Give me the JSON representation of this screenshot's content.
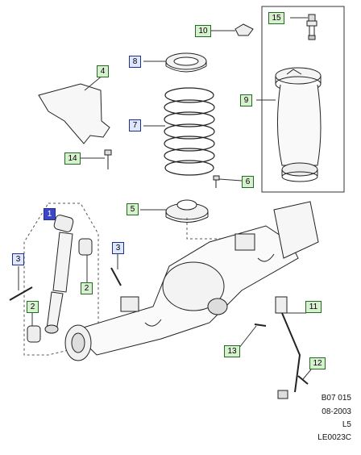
{
  "callouts": {
    "c1": "1",
    "c2a": "2",
    "c2b": "2",
    "c3a": "3",
    "c3b": "3",
    "c4": "4",
    "c5": "5",
    "c6": "6",
    "c7": "7",
    "c8": "8",
    "c9": "9",
    "c10": "10",
    "c11": "11",
    "c12": "12",
    "c13": "13",
    "c14": "14",
    "c15": "15"
  },
  "reference": {
    "line1": "B07 015",
    "line2": "08-2003",
    "line3": "L5",
    "line4": "LE0023C"
  },
  "colors": {
    "callout_border_green": "#1f6b1f",
    "callout_fill_green": "#d9f0d0",
    "callout_border_blue": "#1f2f8c",
    "callout_fill_blue": "#dfe6ff",
    "selected_fill": "#3b47c8"
  }
}
